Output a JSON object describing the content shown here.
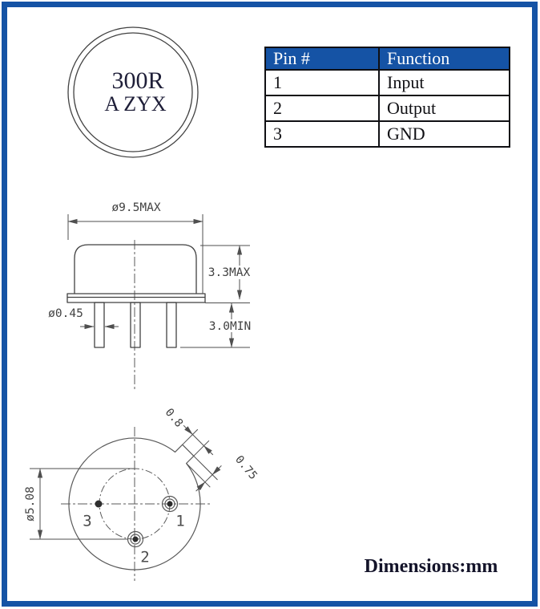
{
  "frame": {
    "border_color": "#1553a5"
  },
  "top_marking": {
    "line1": "300R",
    "line2": "A ZYX"
  },
  "pin_table": {
    "header": {
      "pin": "Pin #",
      "function": "Function"
    },
    "rows": [
      {
        "pin": "1",
        "function": "Input"
      },
      {
        "pin": "2",
        "function": "Output"
      },
      {
        "pin": "3",
        "function": "GND"
      }
    ],
    "header_bg": "#1553a5",
    "header_text_color": "#ffffff"
  },
  "side_view": {
    "dim_can_diameter": "ø9.5MAX",
    "dim_can_height": "3.3MAX",
    "dim_lead_min_length": "3.0MIN",
    "dim_lead_diameter": "ø0.45"
  },
  "bottom_view": {
    "dim_pin_circle_diameter": "ø5.08",
    "dim_tab_width": "0.8",
    "dim_tab_length": "0.75",
    "pin1_label": "1",
    "pin2_label": "2",
    "pin3_label": "3"
  },
  "footer": {
    "units_note": "Dimensions:mm"
  }
}
